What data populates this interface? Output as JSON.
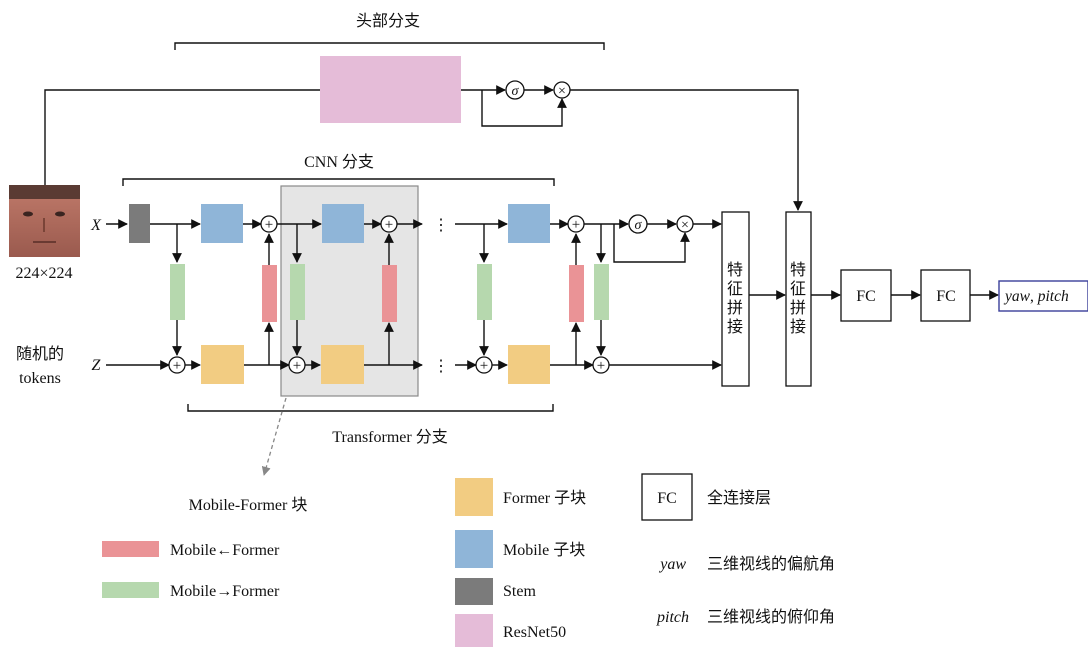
{
  "diagram": {
    "head_branch_label": "头部分支",
    "cnn_branch_label": "CNN 分支",
    "transformer_branch_label": "Transformer 分支",
    "input_size_label": "224×224",
    "row_x_label": "X",
    "row_z_label": "Z",
    "random_tokens_line1": "随机的",
    "random_tokens_line2": "tokens",
    "sigma_symbol": "σ",
    "multiply_symbol": "×",
    "plus_symbol": "+",
    "ellipsis_symbol": "⋮",
    "concat_label_chars": [
      "特",
      "征",
      "拼",
      "接"
    ],
    "fc_label": "FC",
    "output_yaw": "yaw",
    "output_sep": ", ",
    "output_pitch": "pitch",
    "mobile_former_block_label": "Mobile-Former 块"
  },
  "legend": {
    "mobile_from_former": "Mobile←Former",
    "mobile_to_former": "Mobile→Former",
    "former_sub_block": "Former 子块",
    "mobile_sub_block": "Mobile 子块",
    "stem": "Stem",
    "resnet50": "ResNet50",
    "fc_key": "FC",
    "fc_desc": "全连接层",
    "yaw_key": "yaw",
    "yaw_desc": "三维视线的偏航角",
    "pitch_key": "pitch",
    "pitch_desc": "三维视线的俯仰角"
  },
  "colors": {
    "former_block": "#f2cc82",
    "mobile_block": "#8fb5d8",
    "stem_block": "#7b7b7b",
    "resnet_block": "#e5bcd8",
    "mobile_from_former_bridge": "#ea9396",
    "mobile_to_former_bridge": "#b6d8ae",
    "mobile_former_region": "#e5e5e5"
  }
}
